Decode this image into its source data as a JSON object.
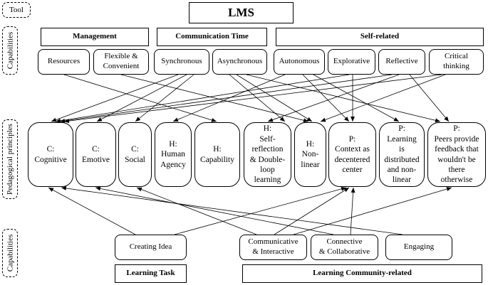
{
  "labels": {
    "tool": "Tool",
    "capabilities_top": "Capabilities",
    "pedagogical": "Pedagogical principles",
    "capabilities_bottom": "Capabilities"
  },
  "lms": "LMS",
  "groups": {
    "management": "Management",
    "communication": "Communication Time",
    "self_related": "Self-related",
    "learning_task": "Learning Task",
    "learning_community": "Learning Community-related"
  },
  "capabilities_top": {
    "resources": "Resources",
    "flexible": "Flexible &\nConvenient",
    "synchronous": "Synchronous",
    "asynchronous": "Asynchronous",
    "autonomous": "Autonomous",
    "explorative": "Explorative",
    "reflective": "Reflective",
    "critical": "Critical\nthinking"
  },
  "principles": {
    "cognitive": "C:\nCognitive",
    "emotive": "C:\nEmotive",
    "social": "C:\nSocial",
    "human_agency": "H:\nHuman\nAgency",
    "capability": "H:\nCapability",
    "self_reflection": "H:\nSelf-\nreflection\n& Double-\nloop\nlearning",
    "non_linear": "H:\nNon-\nlinear",
    "context": "P:\nContext as\ndecentered\ncenter",
    "distributed": "P:\nLearning\nis\ndistributed\nand non-\nlinear",
    "peers": "P:\nPeers provide\nfeedback that\nwouldn't be\nthere\notherwise"
  },
  "capabilities_bottom": {
    "creating_idea": "Creating Idea",
    "communicative": "Communicative\n& Interactive",
    "connective": "Connective\n& Collaborative",
    "engaging": "Engaging"
  }
}
